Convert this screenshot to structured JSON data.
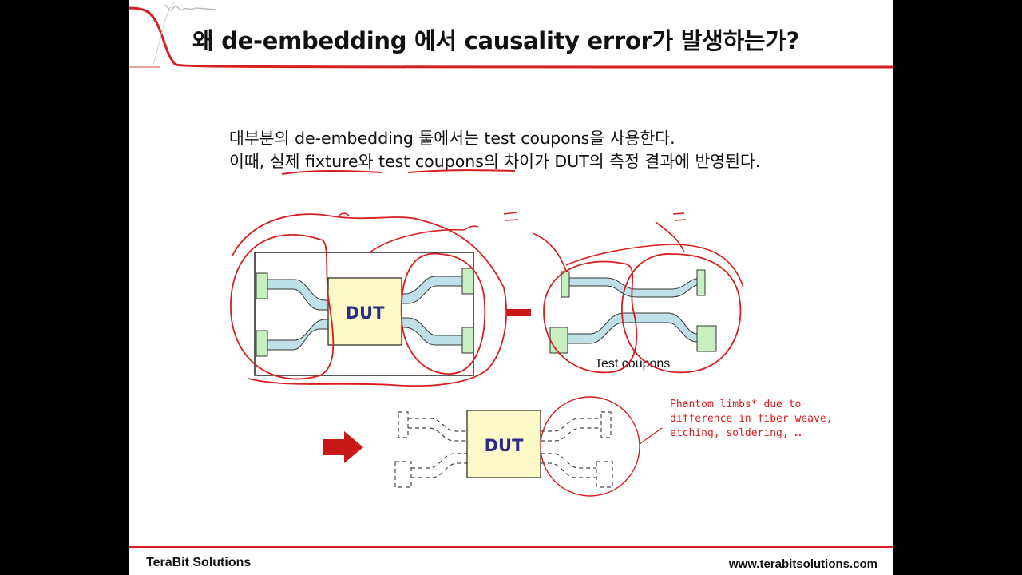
{
  "slide": {
    "title": "왜 de-embedding 에서 causality error가 발생하는가?",
    "intro_line1": "대부분의 de-embedding 툴에서는 test coupons을 사용한다.",
    "intro_line2": "이때, 실제 fixture와 test coupons의 차이가 DUT의 측정 결과에 반영된다."
  },
  "diagram": {
    "fixture_dut_label": "DUT",
    "coupons_label": "Test coupons",
    "result_dut_label": "DUT",
    "phantom_note": [
      "Phantom limbs* due to",
      "difference in fiber weave,",
      "etching, soldering, …"
    ]
  },
  "footer": {
    "company": "TeraBit Solutions",
    "url": "www.terabitsolutions.com"
  },
  "colors": {
    "accent_red": "#d81e1e",
    "trace_fill": "#bfe0e8",
    "pad_fill": "#c8efc0",
    "dut_fill": "#fdf8c8",
    "dut_text": "#2a2a88"
  }
}
